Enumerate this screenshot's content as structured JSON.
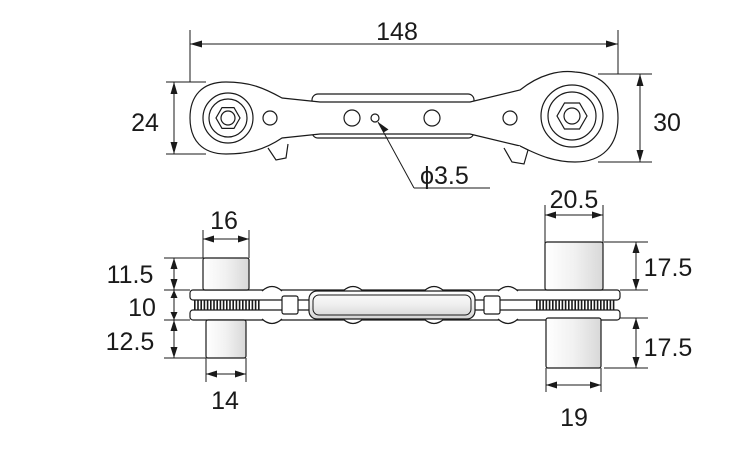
{
  "dimensions": {
    "overall_length": "148",
    "head_height_left": "24",
    "head_height_right": "30",
    "hole_diameter": "ϕ3.5",
    "left_socket_width_top": "16",
    "left_socket_width_bottom": "14",
    "right_socket_width_top": "20.5",
    "right_socket_width_bottom": "19",
    "left_top_height": "11.5",
    "body_thickness": "10",
    "left_bottom_height": "12.5",
    "right_top_height": "17.5",
    "right_bottom_height": "17.5"
  },
  "colors": {
    "line": "#1a1a1a",
    "fill": "#ffffff",
    "shade": "#dcdcdc"
  }
}
